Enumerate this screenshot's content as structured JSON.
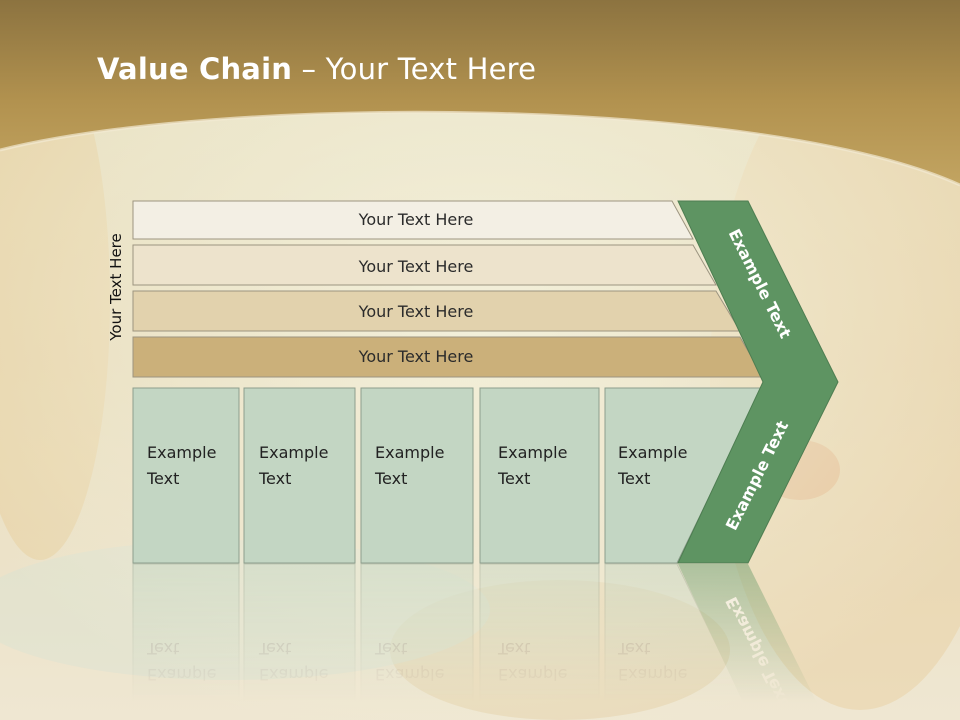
{
  "slide": {
    "title_bold": "Value Chain",
    "title_rest": " – Your Text Here",
    "side_label": "Your Text Here"
  },
  "bars": [
    {
      "label": "Your Text Here",
      "color": "#f3efe4"
    },
    {
      "label": "Your Text Here",
      "color": "#ede3cc"
    },
    {
      "label": "Your Text Here",
      "color": "#e2d2ad"
    },
    {
      "label": "Your Text Here",
      "color": "#cbb07a"
    }
  ],
  "boxes": [
    {
      "line1": "Example",
      "line2": "Text"
    },
    {
      "line1": "Example",
      "line2": "Text"
    },
    {
      "line1": "Example",
      "line2": "Text"
    },
    {
      "line1": "Example",
      "line2": "Text"
    },
    {
      "line1": "Example",
      "line2": "Text"
    }
  ],
  "chevron": {
    "upper_label": "Example Text",
    "lower_label": "Example Text",
    "color": "#5e9462"
  },
  "colors": {
    "header": "#a8884a",
    "box_fill": "#c3d6c3",
    "box_stroke": "#8d9e8d"
  }
}
